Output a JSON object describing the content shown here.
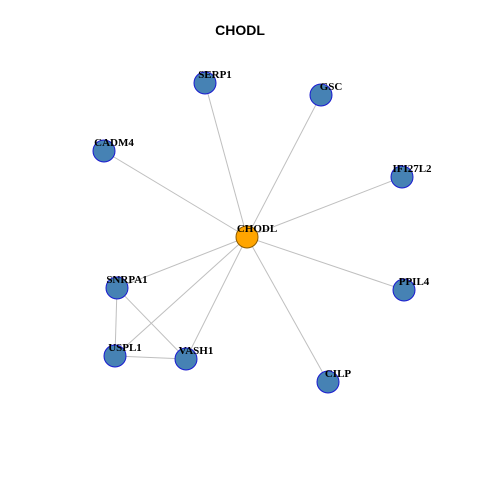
{
  "title": "CHODL",
  "colors": {
    "center_node": "#FFA500",
    "center_stroke": "#8B5A00",
    "node": "#4682B4",
    "node_stroke": "#1A1AD0",
    "edge": "#BFBFBF"
  },
  "nodes": [
    {
      "id": "CHODL",
      "label": "CHODL",
      "center": true
    },
    {
      "id": "SERP1",
      "label": "SERP1"
    },
    {
      "id": "GSC",
      "label": "GSC"
    },
    {
      "id": "CADM4",
      "label": "CADM4"
    },
    {
      "id": "IFI27L2",
      "label": "IFI27L2"
    },
    {
      "id": "SNRPA1",
      "label": "SNRPA1"
    },
    {
      "id": "PPIL4",
      "label": "PPIL4"
    },
    {
      "id": "USPL1",
      "label": "USPL1"
    },
    {
      "id": "VASH1",
      "label": "VASH1"
    },
    {
      "id": "CILP",
      "label": "CILP"
    }
  ],
  "edges": [
    [
      "CHODL",
      "SERP1"
    ],
    [
      "CHODL",
      "GSC"
    ],
    [
      "CHODL",
      "CADM4"
    ],
    [
      "CHODL",
      "IFI27L2"
    ],
    [
      "CHODL",
      "SNRPA1"
    ],
    [
      "CHODL",
      "PPIL4"
    ],
    [
      "CHODL",
      "USPL1"
    ],
    [
      "CHODL",
      "VASH1"
    ],
    [
      "CHODL",
      "CILP"
    ],
    [
      "SNRPA1",
      "USPL1"
    ],
    [
      "SNRPA1",
      "VASH1"
    ],
    [
      "USPL1",
      "VASH1"
    ]
  ]
}
